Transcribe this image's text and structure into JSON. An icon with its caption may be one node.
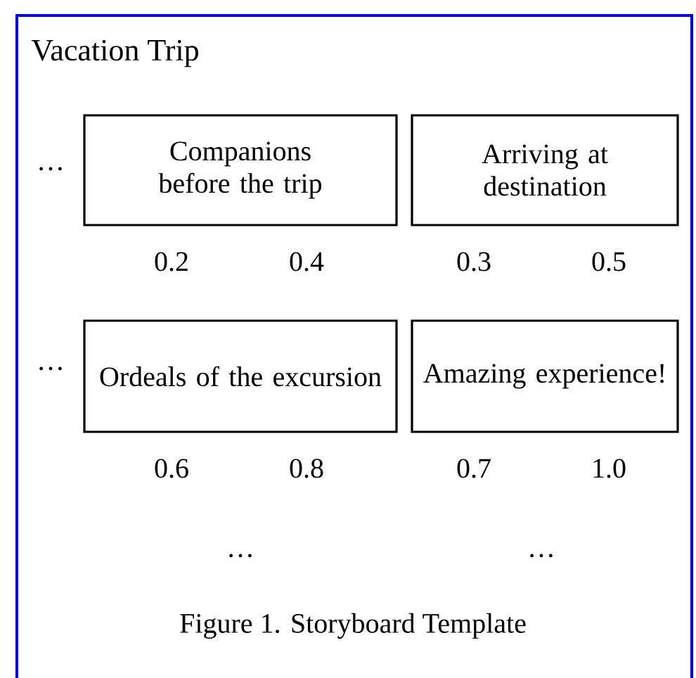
{
  "diagram": {
    "title": "Vacation Trip",
    "caption": "Figure 1. Storyboard Template",
    "nodes": [
      {
        "text": [
          "Companions before the trip"
        ],
        "beside": [
          "0.2",
          "0.4"
        ]
      },
      {
        "text": [
          "Arriving at destination"
        ],
        "beside": [
          "0.3",
          "0.5"
        ]
      },
      {
        "text": [
          "Ordeals of the excursion"
        ],
        "beside": [
          "0.6",
          "0.8"
        ]
      },
      {
        "text": [
          "Amazing experience!"
        ],
        "beside": [
          "0.7",
          "1.0"
        ]
      }
    ],
    "labels": [
      "…",
      "…",
      "…",
      "…"
    ]
  }
}
